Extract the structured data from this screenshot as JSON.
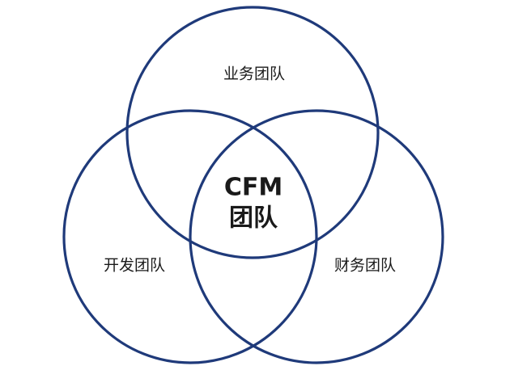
{
  "diagram": {
    "type": "venn",
    "circle_color": "#1f3a7a",
    "sets": [
      {
        "id": "business",
        "label": "业务团队"
      },
      {
        "id": "development",
        "label": "开发团队"
      },
      {
        "id": "finance",
        "label": "财务团队"
      }
    ],
    "intersection": {
      "line1": "CFM",
      "line2": "团队"
    }
  }
}
